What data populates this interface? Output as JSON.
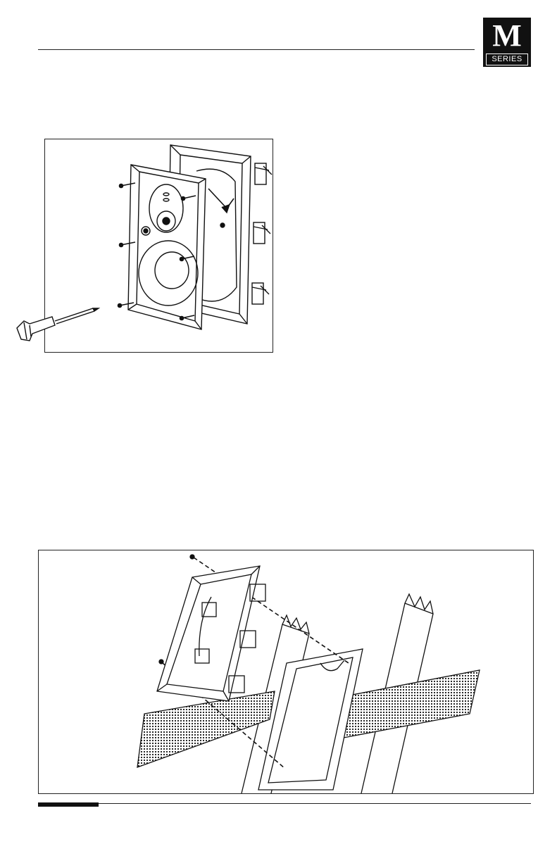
{
  "header": {
    "logo": {
      "letter": "M",
      "series_label": "SERIES"
    }
  },
  "figures": {
    "speaker_removal": {
      "icon": "speaker-frame-exploded-illustration"
    },
    "wall_install": {
      "icon": "wall-bracket-install-illustration"
    }
  },
  "colors": {
    "ink": "#111111",
    "paper": "#ffffff"
  }
}
